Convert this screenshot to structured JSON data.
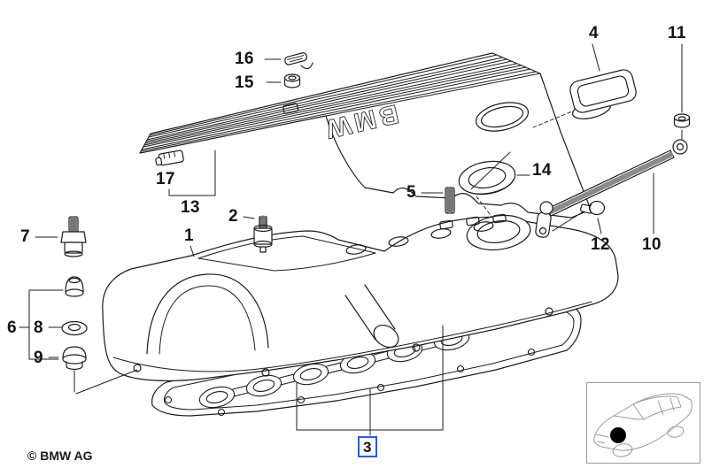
{
  "copyright": "© BMW AG",
  "drawing": {
    "cover_logo": "BMW",
    "line_color": "#1c1c1c"
  },
  "highlight": {
    "selected_part": "3",
    "color": "#2B5BE2"
  },
  "callouts": {
    "1": "1",
    "2": "2",
    "3": "3",
    "4": "4",
    "5": "5",
    "6": "6",
    "7": "7",
    "8": "8",
    "9": "9",
    "10": "10",
    "11": "11",
    "12": "12",
    "13": "13",
    "14": "14",
    "15": "15",
    "16": "16",
    "17": "17"
  }
}
